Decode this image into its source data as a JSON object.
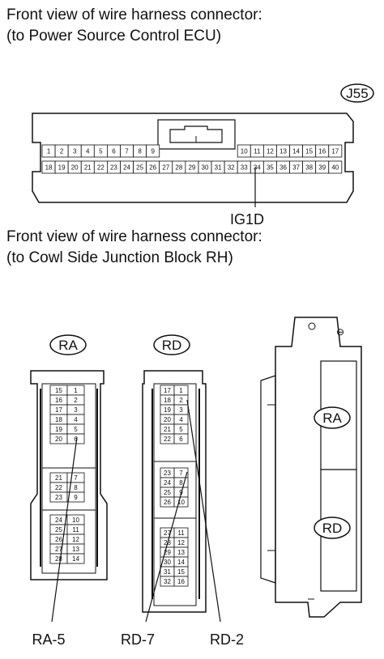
{
  "captions": {
    "top_line1": "Front view of wire harness connector:",
    "top_line2": "(to Power Source Control ECU)",
    "bottom_line1": "Front view of wire harness connector:",
    "bottom_line2": "(to Cowl Side Junction Block RH)"
  },
  "j55": {
    "tag": "J55",
    "top_left": [
      "1",
      "2",
      "3",
      "4",
      "5",
      "6",
      "7",
      "8",
      "9"
    ],
    "top_right": [
      "10",
      "11",
      "12",
      "13",
      "14",
      "15",
      "16",
      "17"
    ],
    "bottom": [
      "18",
      "19",
      "20",
      "21",
      "22",
      "23",
      "24",
      "25",
      "26",
      "27",
      "28",
      "29",
      "30",
      "31",
      "32",
      "33",
      "34",
      "35",
      "36",
      "37",
      "38",
      "39",
      "40"
    ],
    "callout": "IG1D"
  },
  "ra": {
    "tag": "RA",
    "upper_rows": [
      [
        "15",
        "1"
      ],
      [
        "16",
        "2"
      ],
      [
        "17",
        "3"
      ],
      [
        "18",
        "4"
      ],
      [
        "19",
        "5"
      ],
      [
        "20",
        "6"
      ]
    ],
    "middle_rows": [
      [
        "21",
        "7"
      ],
      [
        "22",
        "8"
      ],
      [
        "23",
        "9"
      ]
    ],
    "lower_rows": [
      [
        "24",
        "10"
      ],
      [
        "25",
        "11"
      ],
      [
        "26",
        "12"
      ],
      [
        "27",
        "13"
      ],
      [
        "28",
        "14"
      ]
    ],
    "callout": "RA-5"
  },
  "rd": {
    "tag": "RD",
    "upper_rows": [
      [
        "17",
        "1"
      ],
      [
        "18",
        "2"
      ],
      [
        "19",
        "3"
      ],
      [
        "20",
        "4"
      ],
      [
        "21",
        "5"
      ],
      [
        "22",
        "6"
      ]
    ],
    "middle_rows": [
      [
        "23",
        "7"
      ],
      [
        "24",
        "8"
      ],
      [
        "25",
        "9"
      ],
      [
        "26",
        "10"
      ]
    ],
    "lower_rows": [
      [
        "27",
        "11"
      ],
      [
        "28",
        "12"
      ],
      [
        "29",
        "13"
      ],
      [
        "30",
        "14"
      ],
      [
        "31",
        "15"
      ],
      [
        "32",
        "16"
      ]
    ],
    "callouts": [
      "RD-7",
      "RD-2"
    ]
  },
  "block": {
    "tags": [
      "RA",
      "RD"
    ],
    "mark": "⊖"
  }
}
